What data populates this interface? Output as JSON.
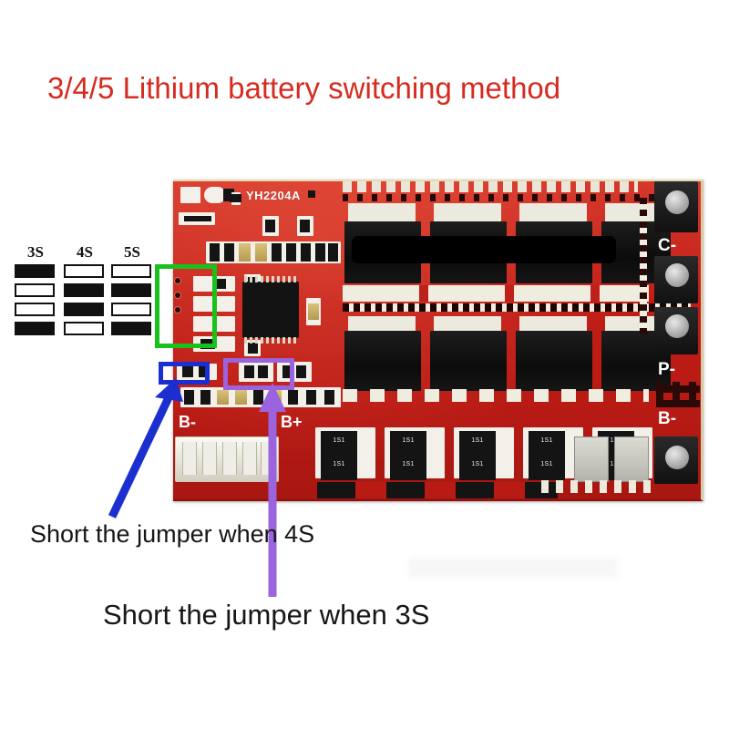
{
  "page": {
    "title": "3/4/5 Lithium battery switching method",
    "background_color": "#ffffff",
    "title_color": "#d62b1f"
  },
  "legend": {
    "name": "jumper-configuration-legend",
    "columns": [
      {
        "header": "3S",
        "cells": [
          "filled",
          "empty",
          "empty",
          "filled"
        ]
      },
      {
        "header": "4S",
        "cells": [
          "empty",
          "filled",
          "filled",
          "empty"
        ]
      },
      {
        "header": "5S",
        "cells": [
          "empty",
          "filled",
          "empty",
          "filled"
        ]
      }
    ],
    "fill_color": "#111111",
    "empty_color": "#ffffff"
  },
  "board": {
    "silkscreen_part_number": "YH2204A",
    "terminals": [
      {
        "label": "C-"
      },
      {
        "label": "P-"
      },
      {
        "label": "B-"
      },
      {
        "label": "B+"
      }
    ],
    "balance_resistor_label": "1S1",
    "board_color": "#c4231b"
  },
  "annotations": {
    "green_box": {
      "label": "jumper-selector-pads-highlight",
      "color": "#18c21c"
    },
    "blue_box": {
      "label": "4s-jumper-highlight",
      "color": "#1b2fd0"
    },
    "purple_box": {
      "label": "3s-jumper-highlight",
      "color": "#9b63de"
    },
    "blue_arrow_color": "#1b2fd0",
    "purple_arrow_color": "#9b63de"
  },
  "captions": {
    "caption_4s": "Short the jumper when 4S",
    "caption_3s": "Short the jumper when 3S",
    "text_color": "#161616"
  }
}
